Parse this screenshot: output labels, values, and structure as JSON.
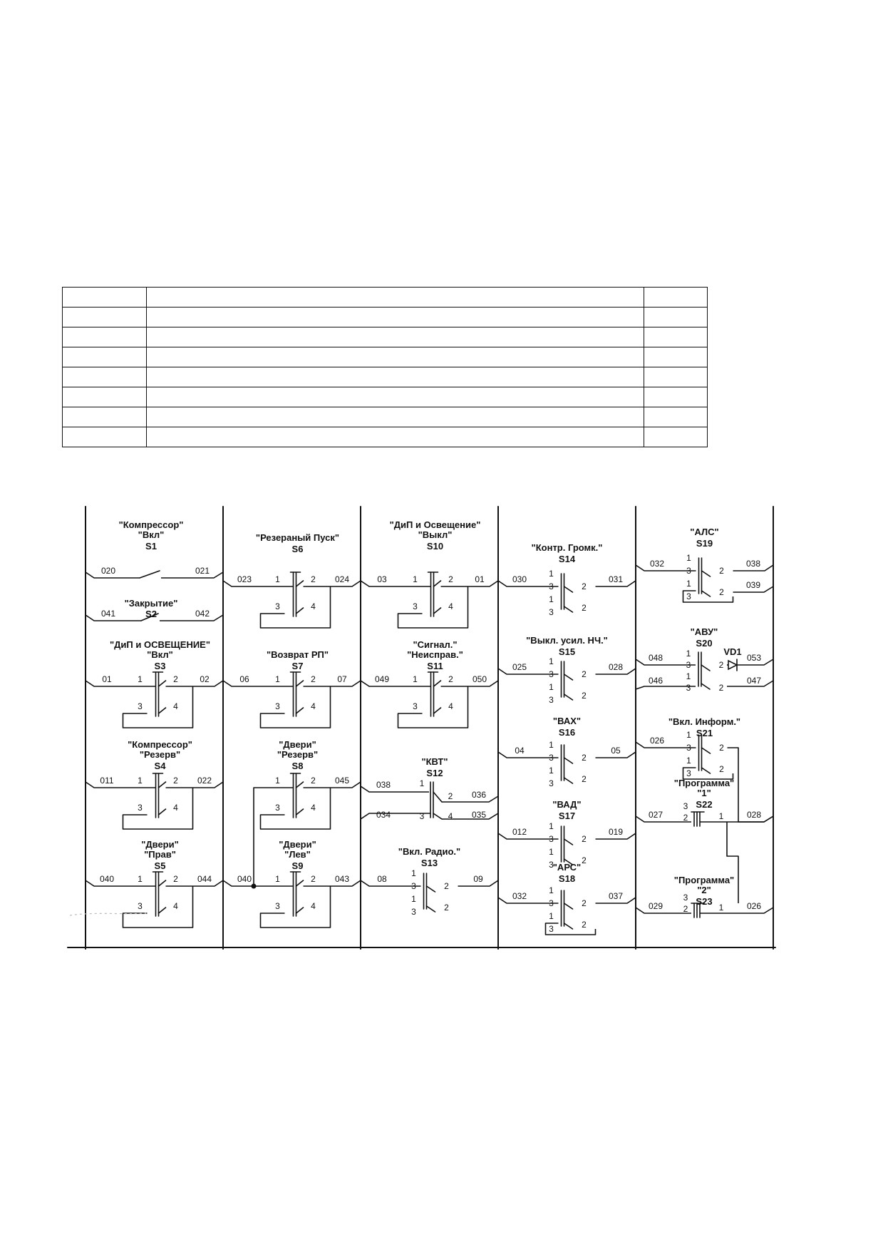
{
  "table": {
    "rows": 8,
    "cols": 3
  },
  "diagram": {
    "switches": [
      {
        "label": "\"Компрессор\"\n\"Вкл\"",
        "id": "S1",
        "left": "020",
        "right": "021",
        "type": "simple"
      },
      {
        "label": "\"Закрытие\"",
        "id": "S2",
        "left": "041",
        "right": "042",
        "type": "simple"
      },
      {
        "label": "\"ДиП и ОСВЕЩЕНИЕ\"\n\"Вкл\"",
        "id": "S3",
        "left": "01",
        "right": "02",
        "type": "four"
      },
      {
        "label": "\"Компрессор\"\n\"Резерв\"",
        "id": "S4",
        "left": "011",
        "right": "022",
        "type": "four"
      },
      {
        "label": "\"Двери\"\n\"Прав\"",
        "id": "S5",
        "left": "040",
        "right": "044",
        "type": "four"
      },
      {
        "label": "\"Резераный Пуск\"",
        "id": "S6",
        "left": "023",
        "right": "024",
        "type": "four"
      },
      {
        "label": "\"Возврат РП\"",
        "id": "S7",
        "left": "06",
        "right": "07",
        "type": "four"
      },
      {
        "label": "\"Двери\"\n\"Резерв\"",
        "id": "S8",
        "left": "",
        "right": "045",
        "type": "four"
      },
      {
        "label": "\"Двери\"\n\"Лев\"",
        "id": "S9",
        "left": "040",
        "right": "043",
        "type": "four"
      },
      {
        "label": "\"ДиП и Освещение\"\n\"Выкл\"",
        "id": "S10",
        "left": "03",
        "right": "01",
        "type": "four"
      },
      {
        "label": "\"Сигнал.\"\n\"Неисправ.\"",
        "id": "S11",
        "left": "049",
        "right": "050",
        "type": "four"
      },
      {
        "label": "\"КВТ\"",
        "id": "S12",
        "left": "038",
        "right": "036",
        "left2": "034",
        "right2": "035",
        "type": "kvt"
      },
      {
        "label": "\"Вкл. Радио.\"",
        "id": "S13",
        "left": "08",
        "right": "09",
        "type": "dual"
      },
      {
        "label": "\"Контр. Громк.\"",
        "id": "S14",
        "left": "030",
        "right": "031",
        "type": "dual"
      },
      {
        "label": "\"Выкл. усил. НЧ.\"",
        "id": "S15",
        "left": "025",
        "right": "028",
        "type": "dual"
      },
      {
        "label": "\"ВАХ\"",
        "id": "S16",
        "left": "04",
        "right": "05",
        "type": "dual"
      },
      {
        "label": "\"ВАД\"",
        "id": "S17",
        "left": "012",
        "right": "019",
        "type": "dual"
      },
      {
        "label": "\"АРС\"",
        "id": "S18",
        "left": "032",
        "right": "037",
        "type": "dualbox"
      },
      {
        "label": "\"АЛС\"",
        "id": "S19",
        "left": "032",
        "right": "038",
        "right2": "039",
        "type": "dualbox"
      },
      {
        "label": "\"АВУ\"",
        "id": "S20",
        "left": "048",
        "right": "053",
        "left2": "046",
        "right2": "047",
        "type": "avu"
      },
      {
        "label": "\"Вкл. Информ.\"",
        "id": "S21",
        "left": "026",
        "right": "",
        "type": "dualbox"
      },
      {
        "label": "\"Программа\"\n\"1\"",
        "id": "S22",
        "left": "027",
        "right": "028",
        "type": "prog"
      },
      {
        "label": "\"Программа\"\n\"2\"",
        "id": "S23",
        "left": "029",
        "right": "026",
        "type": "prog"
      }
    ],
    "diode": "VD1",
    "pins": {
      "p1": "1",
      "p2": "2",
      "p3": "3",
      "p4": "4"
    }
  }
}
